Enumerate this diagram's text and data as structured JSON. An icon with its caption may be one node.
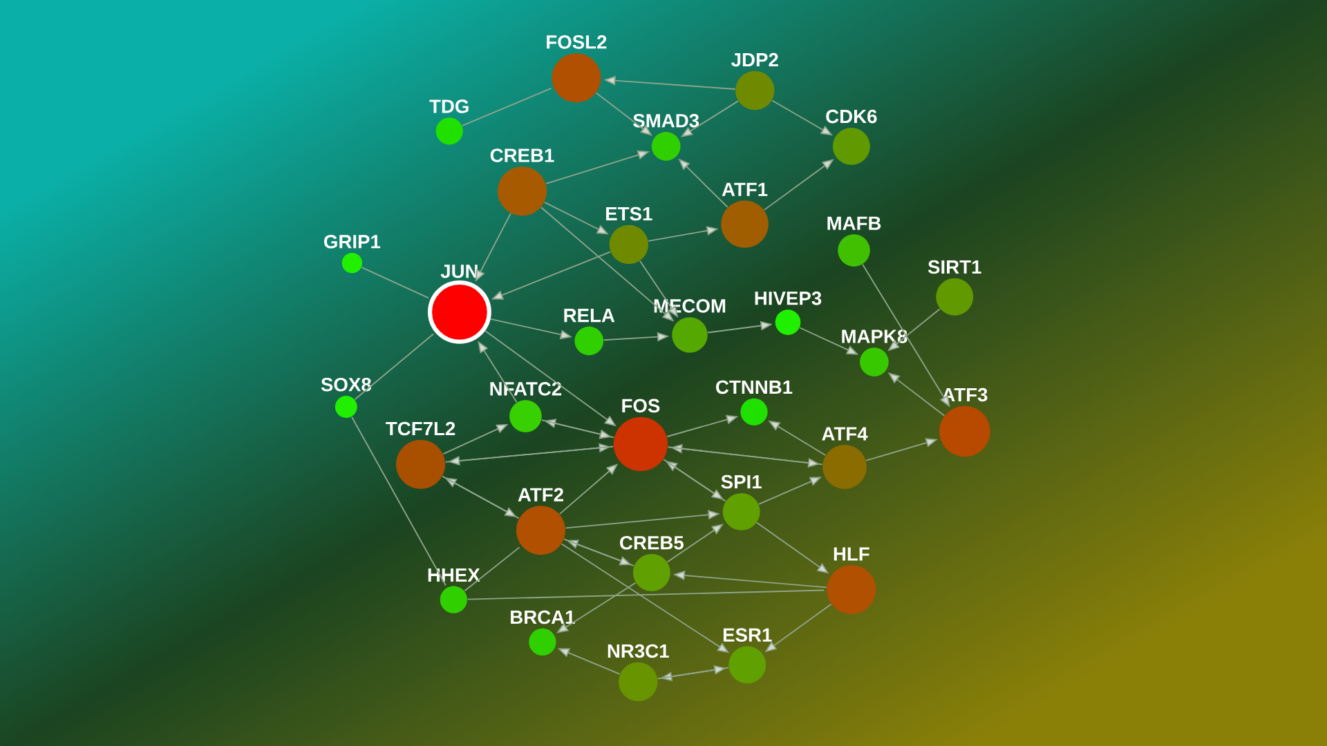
{
  "diagram": {
    "nodes": [
      {
        "text": [
          "FOSL2"
        ]
      },
      {
        "text": [
          "JDP2"
        ]
      },
      {
        "text": [
          "TDG"
        ]
      },
      {
        "text": [
          "SMAD3"
        ]
      },
      {
        "text": [
          "CDK6"
        ]
      },
      {
        "text": [
          "CREB1"
        ]
      },
      {
        "text": [
          "ATF1"
        ]
      },
      {
        "text": [
          "ETS1"
        ]
      },
      {
        "text": [
          "MAFB"
        ]
      },
      {
        "text": [
          "GRIP1"
        ]
      },
      {
        "text": [
          "JUN"
        ]
      },
      {
        "text": [
          "SIRT1"
        ]
      },
      {
        "text": [
          "HIVEP3"
        ]
      },
      {
        "text": [
          "RELA"
        ]
      },
      {
        "text": [
          "MECOM"
        ]
      },
      {
        "text": [
          "MAPK8"
        ]
      },
      {
        "text": [
          "SOX8"
        ]
      },
      {
        "text": [
          "NFATC2"
        ]
      },
      {
        "text": [
          "CTNNB1"
        ]
      },
      {
        "text": [
          "FOS"
        ]
      },
      {
        "text": [
          "TCF7L2"
        ]
      },
      {
        "text": [
          "ATF3"
        ]
      },
      {
        "text": [
          "ATF4"
        ]
      },
      {
        "text": [
          "SPI1"
        ]
      },
      {
        "text": [
          "ATF2"
        ]
      },
      {
        "text": [
          "CREB5"
        ]
      },
      {
        "text": [
          "HLF"
        ]
      },
      {
        "text": [
          "HHEX"
        ]
      },
      {
        "text": [
          "BRCA1"
        ]
      },
      {
        "text": [
          "NR3C1"
        ]
      },
      {
        "text": [
          "ESR1"
        ]
      }
    ],
    "edges": [
      {
        "from": 9,
        "to": 10,
        "arrow": "none"
      },
      {
        "from": 16,
        "to": 10,
        "arrow": "none"
      },
      {
        "from": 16,
        "to": 27,
        "arrow": "none"
      },
      {
        "from": 2,
        "to": 0,
        "arrow": "none"
      },
      {
        "from": 27,
        "to": 24,
        "arrow": "none"
      },
      {
        "from": 27,
        "to": 26,
        "arrow": "none"
      },
      {
        "from": 5,
        "to": 10,
        "arrow": "to"
      },
      {
        "from": 5,
        "to": 7,
        "arrow": "to"
      },
      {
        "from": 5,
        "to": 14,
        "arrow": "to"
      },
      {
        "from": 5,
        "to": 3,
        "arrow": "to"
      },
      {
        "from": 1,
        "to": 0,
        "arrow": "to"
      },
      {
        "from": 0,
        "to": 3,
        "arrow": "to"
      },
      {
        "from": 1,
        "to": 3,
        "arrow": "to"
      },
      {
        "from": 1,
        "to": 4,
        "arrow": "to"
      },
      {
        "from": 6,
        "to": 3,
        "arrow": "to"
      },
      {
        "from": 6,
        "to": 4,
        "arrow": "to"
      },
      {
        "from": 7,
        "to": 10,
        "arrow": "to"
      },
      {
        "from": 7,
        "to": 6,
        "arrow": "to"
      },
      {
        "from": 7,
        "to": 14,
        "arrow": "to"
      },
      {
        "from": 8,
        "to": 21,
        "arrow": "to"
      },
      {
        "from": 14,
        "to": 12,
        "arrow": "to"
      },
      {
        "from": 12,
        "to": 15,
        "arrow": "to"
      },
      {
        "from": 10,
        "to": 13,
        "arrow": "to"
      },
      {
        "from": 13,
        "to": 14,
        "arrow": "to"
      },
      {
        "from": 10,
        "to": 19,
        "arrow": "to"
      },
      {
        "from": 20,
        "to": 19,
        "arrow": "to"
      },
      {
        "from": 24,
        "to": 19,
        "arrow": "to"
      },
      {
        "from": 22,
        "to": 19,
        "arrow": "to"
      },
      {
        "from": 23,
        "to": 19,
        "arrow": "to"
      },
      {
        "from": 19,
        "to": 18,
        "arrow": "to"
      },
      {
        "from": 20,
        "to": 17,
        "arrow": "to"
      },
      {
        "from": 19,
        "to": 17,
        "arrow": "to"
      },
      {
        "from": 19,
        "to": 20,
        "arrow": "to"
      },
      {
        "from": 24,
        "to": 20,
        "arrow": "to"
      },
      {
        "from": 22,
        "to": 21,
        "arrow": "to"
      },
      {
        "from": 19,
        "to": 22,
        "arrow": "to"
      },
      {
        "from": 19,
        "to": 23,
        "arrow": "to"
      },
      {
        "from": 24,
        "to": 23,
        "arrow": "to"
      },
      {
        "from": 25,
        "to": 23,
        "arrow": "to"
      },
      {
        "from": 25,
        "to": 24,
        "arrow": "to"
      },
      {
        "from": 26,
        "to": 25,
        "arrow": "to"
      },
      {
        "from": 24,
        "to": 25,
        "arrow": "to"
      },
      {
        "from": 23,
        "to": 26,
        "arrow": "to"
      },
      {
        "from": 29,
        "to": 28,
        "arrow": "to"
      },
      {
        "from": 25,
        "to": 28,
        "arrow": "to"
      },
      {
        "from": 30,
        "to": 29,
        "arrow": "to"
      },
      {
        "from": 29,
        "to": 30,
        "arrow": "to"
      },
      {
        "from": 26,
        "to": 30,
        "arrow": "to"
      },
      {
        "from": 24,
        "to": 30,
        "arrow": "to"
      },
      {
        "from": 17,
        "to": 10,
        "arrow": "to"
      },
      {
        "from": 11,
        "to": 15,
        "arrow": "to"
      },
      {
        "from": 21,
        "to": 15,
        "arrow": "to"
      },
      {
        "from": 22,
        "to": 18,
        "arrow": "to"
      },
      {
        "from": 20,
        "to": 24,
        "arrow": "to"
      },
      {
        "from": 23,
        "to": 22,
        "arrow": "to"
      },
      {
        "from": 17,
        "to": 19,
        "arrow": "to"
      }
    ]
  }
}
